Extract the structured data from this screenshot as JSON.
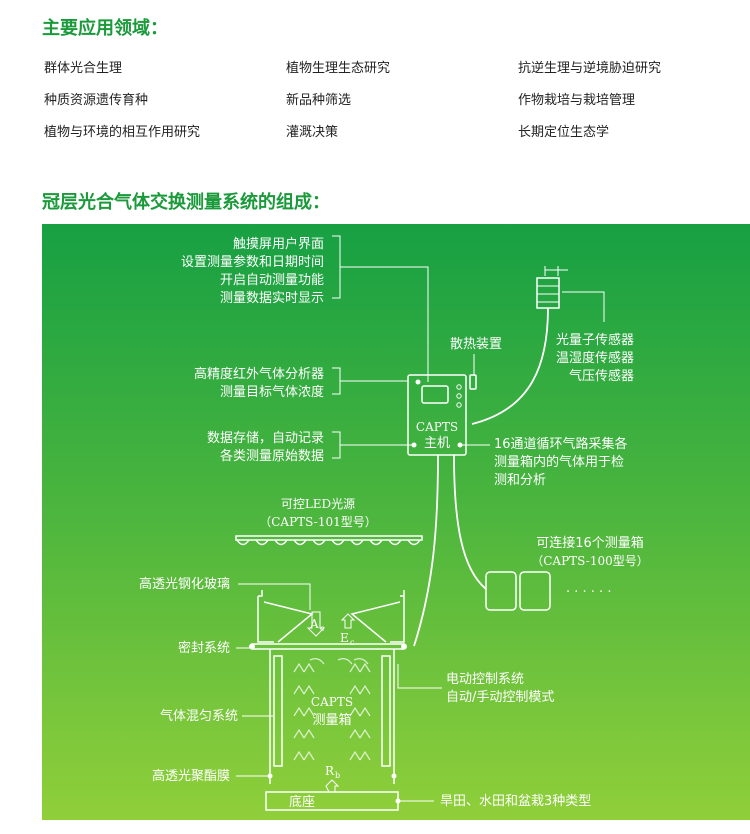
{
  "applications": {
    "title": "主要应用领域：",
    "items": [
      "群体光合生理",
      "植物生理生态研究",
      "抗逆生理与逆境胁迫研究",
      "种质资源遗传育种",
      "新品种筛选",
      "作物栽培与栽培管理",
      "植物与环境的相互作用研究",
      "灌溉决策",
      "长期定位生态学"
    ]
  },
  "composition": {
    "title": "冠层光合气体交换测量系统的组成：",
    "touchscreen": [
      "触摸屏用户界面",
      "设置测量参数和日期时间",
      "开启自动测量功能",
      "测量数据实时显示"
    ],
    "cooling": "散热装置",
    "sensors": [
      "光量子传感器",
      "温湿度传感器",
      "气压传感器"
    ],
    "analyzer": [
      "高精度红外气体分析器",
      "测量目标气体浓度"
    ],
    "storage": [
      "数据存储，自动记录",
      "各类测量原始数据"
    ],
    "host": [
      "CAPTS",
      "主机"
    ],
    "channels": [
      "16通道循环气路采集各",
      "测量箱内的气体用于检",
      "测和分析"
    ],
    "led": [
      "可控LED光源",
      "（CAPTS-101型号）"
    ],
    "boxes": [
      "可连接16个测量箱",
      "（CAPTS-100型号）"
    ],
    "boxes_more": "· · · · · ·",
    "glass": "高透光钢化玻璃",
    "seal": "密封系统",
    "motor": [
      "电动控制系统",
      "自动/手动控制模式"
    ],
    "mixing": "气体混匀系统",
    "chamber": [
      "CAPTS",
      "测量箱"
    ],
    "film": "高透光聚酯膜",
    "base": "底座",
    "field_types": "旱田、水田和盆栽3种类型",
    "symbol_a": "A",
    "symbol_a_sub": "c",
    "symbol_e": "E",
    "symbol_e_sub": "c",
    "symbol_r": "R",
    "symbol_r_sub": "b"
  }
}
